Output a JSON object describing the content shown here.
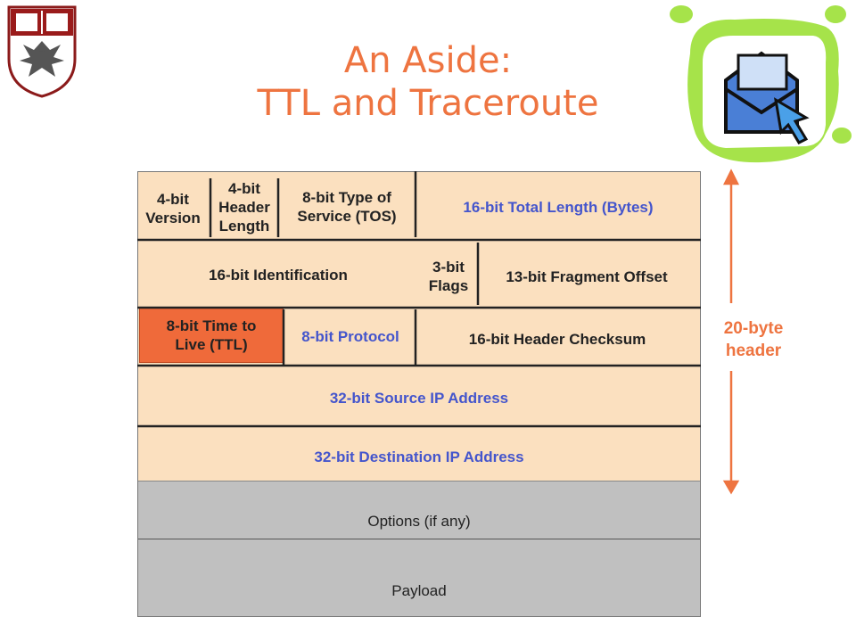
{
  "slide": {
    "title_line1": "An Aside:",
    "title_line2": "TTL and Traceroute"
  },
  "icons": {
    "crest": "university-crest-icon",
    "mail": "open-envelope-cursor-icon"
  },
  "colors": {
    "title": "#ee7440",
    "header_fill": "#fbe0bf",
    "ttl_fill": "#ef6a3a",
    "gray_fill": "#c0c0c0",
    "blue_text": "#4455cc",
    "green_blob": "#a6e34a"
  },
  "header": {
    "row1": {
      "version_line1": "4-bit",
      "version_line2": "Version",
      "hlen_line1": "4-bit",
      "hlen_line2": "Header",
      "hlen_line3": "Length",
      "tos_line1": "8-bit Type of",
      "tos_line2": "Service (TOS)",
      "total_length": "16-bit Total Length (Bytes)"
    },
    "row2": {
      "identification": "16-bit Identification",
      "flags_line1": "3-bit",
      "flags_line2": "Flags",
      "fragment_offset": "13-bit Fragment Offset"
    },
    "row3": {
      "ttl_line1": "8-bit Time to",
      "ttl_line2": "Live (TTL)",
      "protocol": "8-bit Protocol",
      "checksum": "16-bit Header Checksum"
    },
    "row4": {
      "source": "32-bit Source IP Address"
    },
    "row5": {
      "destination": "32-bit Destination IP Address"
    }
  },
  "options": "Options (if any)",
  "payload": "Payload",
  "side_label_line1": "20-byte",
  "side_label_line2": "header"
}
